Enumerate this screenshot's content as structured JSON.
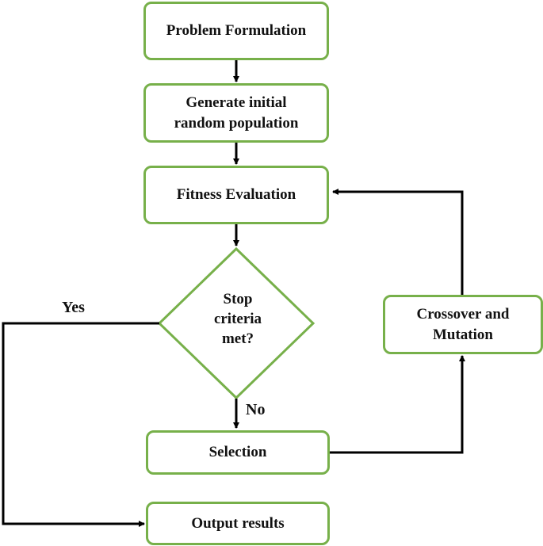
{
  "nodes": {
    "problem_formulation": "Problem Formulation",
    "generate_population": [
      "Generate initial",
      "random population"
    ],
    "fitness_evaluation": "Fitness Evaluation",
    "stop_criteria": [
      "Stop",
      "criteria",
      "met?"
    ],
    "selection": "Selection",
    "crossover_mutation": [
      "Crossover and",
      "Mutation"
    ],
    "output_results": "Output results"
  },
  "edge_labels": {
    "yes": "Yes",
    "no": "No"
  },
  "colors": {
    "node_border": "#77b04a",
    "arrow": "#000000"
  }
}
